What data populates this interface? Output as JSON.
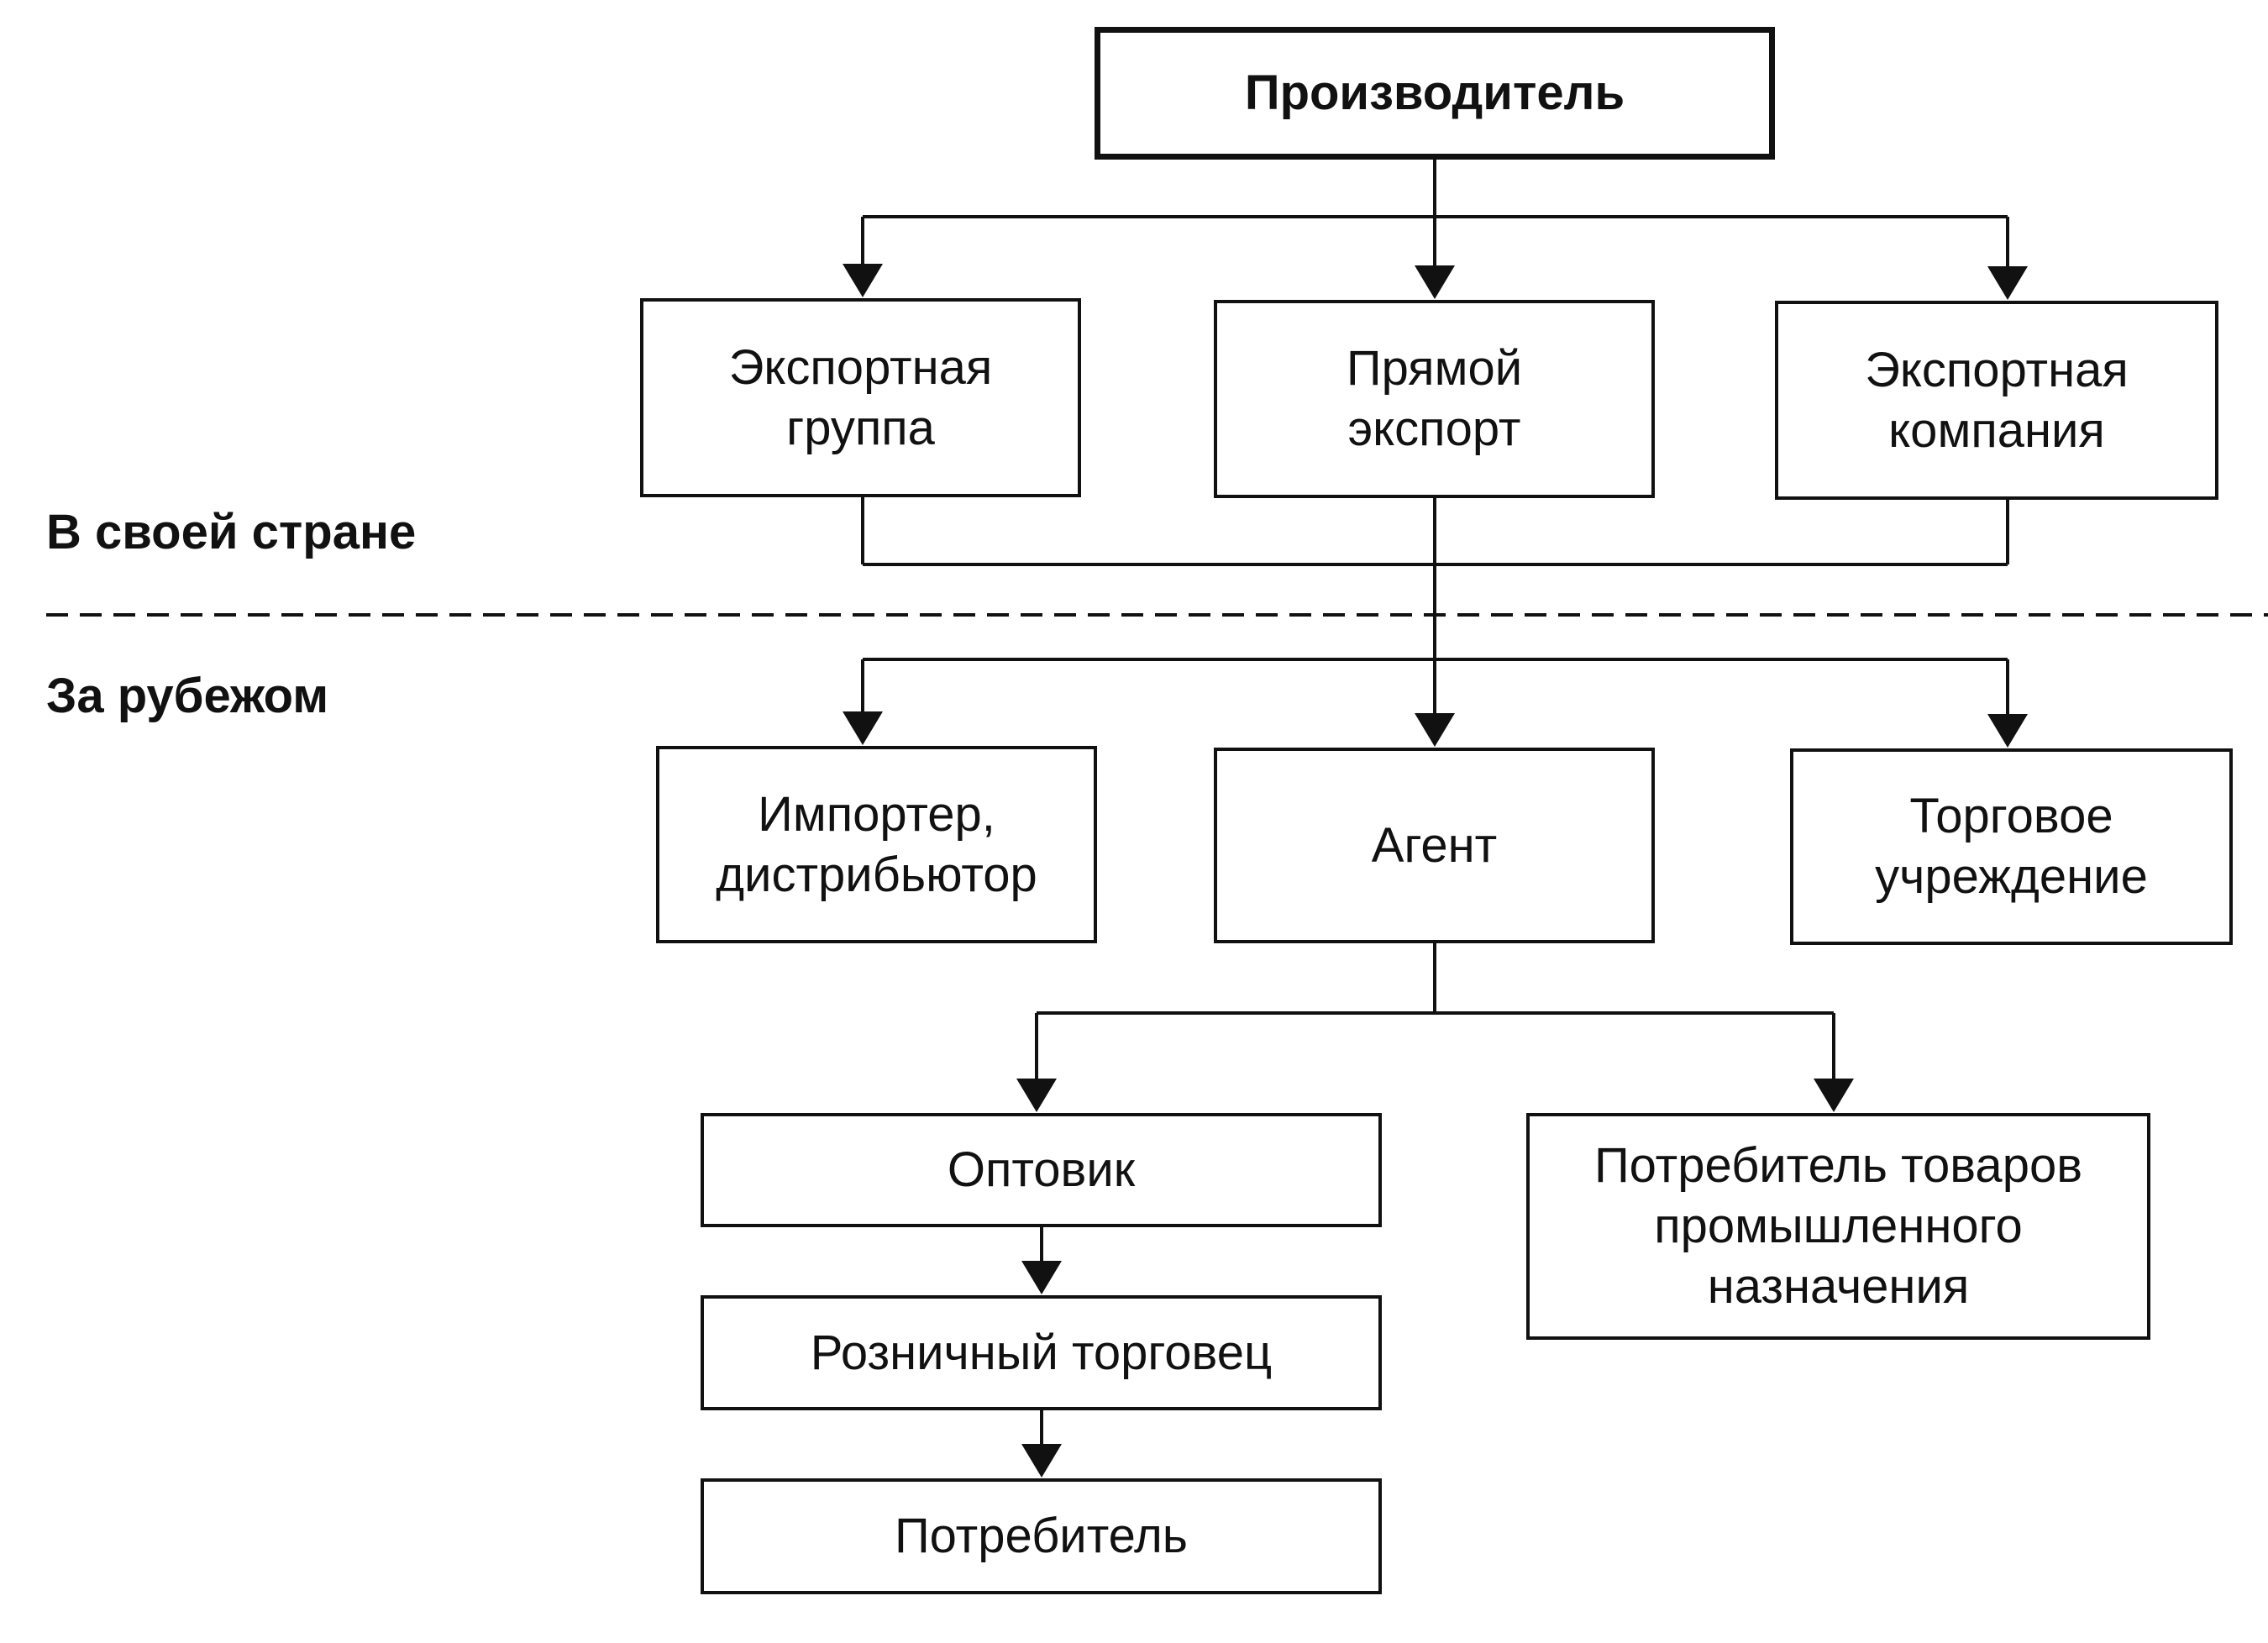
{
  "sections": {
    "domestic": "В своей стране",
    "abroad": "За рубежом"
  },
  "nodes": {
    "producer": "Производитель",
    "export_group": "Экспортная\nгруппа",
    "direct_export": "Прямой\nэкспорт",
    "export_company": "Экспортная\nкомпания",
    "importer": "Импортер,\nдистрибьютор",
    "agent": "Агент",
    "trade_office": "Торговое\nучреждение",
    "wholesaler": "Оптовик",
    "retailer": "Розничный торговец",
    "consumer": "Потребитель",
    "industrial_consumer": "Потребитель товаров\nпромышленного\nназначения"
  },
  "colors": {
    "line": "#111111",
    "background": "#ffffff"
  }
}
